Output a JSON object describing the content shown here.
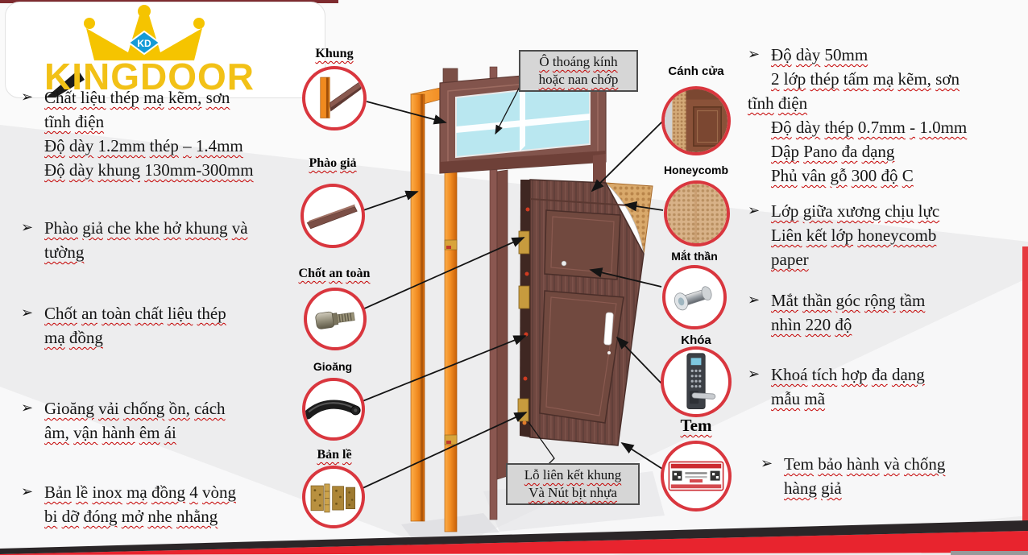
{
  "logo": {
    "brand": "KINGDOOR",
    "monogram": "KD"
  },
  "ui": {
    "bullet": "➢"
  },
  "palette": {
    "brand_yellow": "#f2c116",
    "ring_red": "#d9363e",
    "footer_red": "#e8242e",
    "footer_black": "#2b2628",
    "glass_blue": "#b9e7f0",
    "frame_orange": "#ef8c1e",
    "wood_brown": "#6f4740"
  },
  "left_features": [
    {
      "lines": [
        "Chất liệu thép mạ kẽm, sơn",
        "tĩnh điện",
        "Độ dày 1.2mm thép – 1.4mm",
        "Độ dày khung 130mm-300mm"
      ]
    },
    {
      "lines": [
        "Phào giả che khe hở khung và",
        "tường"
      ]
    },
    {
      "lines": [
        "Chốt an toàn chất liệu thép",
        "mạ đồng"
      ]
    },
    {
      "lines": [
        "Gioăng vải chống ồn, cách",
        "âm, vận hành êm ái"
      ]
    },
    {
      "lines": [
        "Bản lề inox mạ đồng 4 vòng",
        "bi dỡ đóng mở nhe nhằng"
      ]
    }
  ],
  "right_features": [
    {
      "lines": [
        "Độ dày 50mm",
        "2 lớp thép tấm mạ kẽm, sơn",
        "tĩnh điện",
        "Độ dày thép 0.7mm - 1.0mm",
        "Dập Pano đa dạng",
        "Phủ vân gỗ 300 độ C"
      ]
    },
    {
      "lines": [
        "Lớp giữa xương chịu lực",
        "Liên kết lớp honeycomb",
        "paper"
      ]
    },
    {
      "lines": [
        "Mắt thần góc rộng tầm",
        "nhìn 220 độ"
      ]
    },
    {
      "lines": [
        "Khoá tích hợp đa dạng",
        "mẫu mã"
      ]
    },
    {
      "lines": [
        "Tem bảo hành và chống",
        "hàng giả"
      ]
    }
  ],
  "part_labels": {
    "khung": "Khung",
    "phao_gia": "Phào giả",
    "chot_an_toan": "Chốt an toàn",
    "gioang": "Gioăng",
    "ban_le": "Bản lề",
    "canh_cua": "Cánh cửa",
    "honeycomb": "Honeycomb",
    "mat_than": "Mắt thần",
    "khoa": "Khóa",
    "tem": "Tem"
  },
  "callout_boxes": {
    "top": {
      "lines": [
        "Ô thoáng kính",
        "hoặc nan chớp"
      ]
    },
    "bottom": {
      "lines": [
        "Lỗ liên kết khung",
        "Và Nút bịt nhựa"
      ]
    }
  }
}
